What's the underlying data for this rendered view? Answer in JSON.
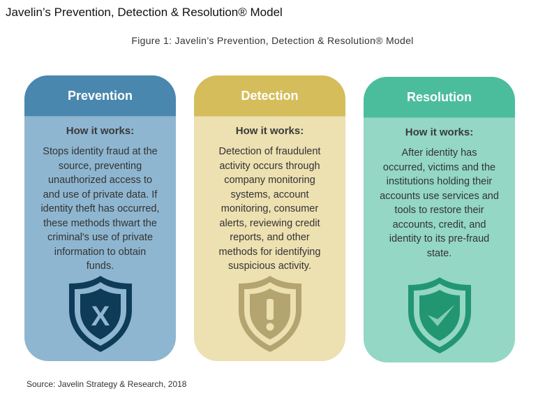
{
  "title": "Javelin’s Prevention, Detection & Resolution® Model",
  "figure_caption": "Figure 1: Javelin’s Prevention, Detection & Resolution® Model",
  "cards": [
    {
      "name": "Prevention",
      "subtitle": "How it works:",
      "icon": "shield-x-icon",
      "header_color": "#4a87ae",
      "body_color": "#8eb6d0",
      "shield_color": "#0e3b57",
      "mark": "X",
      "lines": [
        "Stops identity fraud at the",
        "source, preventing",
        "unauthorized access to",
        "and use of private data. If",
        "identity theft has occurred,",
        "these methods thwart the",
        "criminal's use of private",
        "information to obtain",
        "funds."
      ]
    },
    {
      "name": "Detection",
      "subtitle": "How it works:",
      "icon": "shield-exclamation-icon",
      "header_color": "#d5bd5b",
      "body_color": "#ede0b1",
      "shield_color": "#b3a470",
      "mark": "!",
      "lines": [
        "Detection of fraudulent",
        "activity occurs through",
        "company monitoring",
        "systems, account",
        "monitoring, consumer",
        "alerts, reviewing credit",
        "reports, and other",
        "methods for identifying",
        "suspicious activity."
      ]
    },
    {
      "name": "Resolution",
      "subtitle": "How it works:",
      "icon": "shield-check-icon",
      "header_color": "#4bbd9d",
      "body_color": "#93d7c4",
      "shield_color": "#229670",
      "mark": "✓",
      "lines": [
        "After identity has",
        "occurred, victims and the",
        "institutions holding their",
        "accounts use services and",
        "tools to restore their",
        "accounts, credit, and",
        "identity to its pre-fraud",
        "state."
      ]
    }
  ],
  "source": "Source: Javelin Strategy & Research, 2018"
}
